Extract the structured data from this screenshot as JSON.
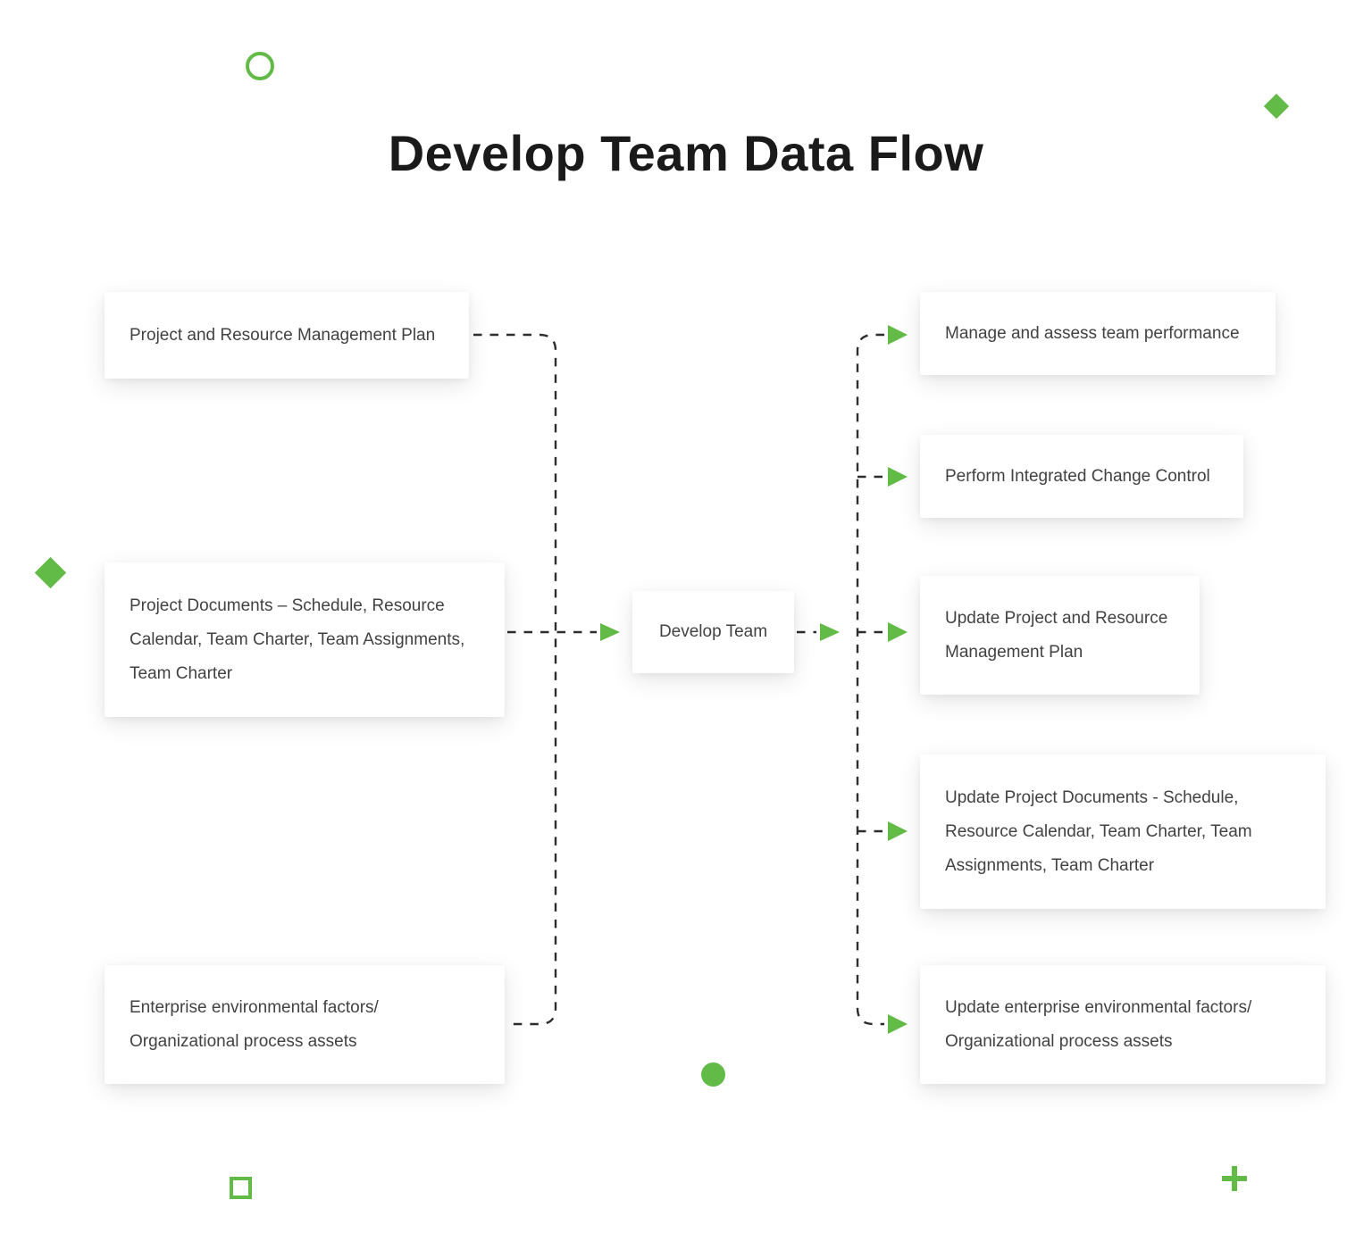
{
  "title": "Develop Team Data Flow",
  "colors": {
    "green": "#62bb46",
    "line": "#2d2d2d",
    "text": "#424242",
    "title_text": "#1a1a1a",
    "box_bg": "#ffffff",
    "page_bg": "#ffffff"
  },
  "diagram": {
    "inputs": [
      {
        "id": "project-resource-management-plan",
        "label": "Project and Resource Management Plan"
      },
      {
        "id": "project-documents",
        "label": "Project Documents – Schedule, Resource Calendar, Team Charter, Team Assignments, Team Charter"
      },
      {
        "id": "enterprise-environmental-factors",
        "label": "Enterprise environmental factors/ Organizational process assets"
      }
    ],
    "process": {
      "id": "develop-team",
      "label": "Develop Team"
    },
    "outputs": [
      {
        "id": "manage-assess-team-performance",
        "label": "Manage and assess team performance"
      },
      {
        "id": "perform-integrated-change-control",
        "label": "Perform Integrated Change Control"
      },
      {
        "id": "update-project-resource-management-plan",
        "label": "Update Project and Resource Management Plan"
      },
      {
        "id": "update-project-documents",
        "label": "Update Project Documents - Schedule, Resource Calendar, Team Charter, Team Assignments, Team Charter"
      },
      {
        "id": "update-enterprise-environmental-factors",
        "label": "Update enterprise environmental factors/ Organizational process assets"
      }
    ],
    "connector_style": "dashed",
    "arrow_color": "#62bb46",
    "decorations": [
      "circle-outline",
      "diamond-top-right",
      "diamond-left",
      "filled-circle-bottom",
      "square-outline-bottom-left",
      "plus-bottom-right"
    ]
  }
}
